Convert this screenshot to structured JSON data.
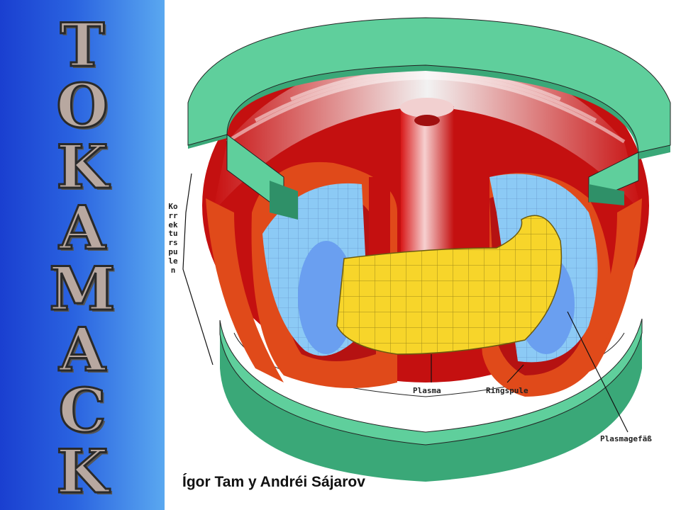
{
  "title_letters": [
    "T",
    "O",
    "K",
    "A",
    "M",
    "A",
    "C",
    "K"
  ],
  "labels": {
    "korrekturspulen": "Korrekturspulen",
    "plasma": "Plasma",
    "ringspule": "Ringspule",
    "plasmagefass": "Plasmagefäß"
  },
  "caption": "Ígor Tam y Andréi Sájarov",
  "colors": {
    "sidebar_dark": "#1a3fd0",
    "sidebar_light": "#5aa8f0",
    "green_ring": "#5fcf9c",
    "red_coil": "#e82020",
    "orange_coil": "#e04a1a",
    "blue_vessel": "#8ccaf5",
    "yellow_plasma": "#f7d52a"
  }
}
